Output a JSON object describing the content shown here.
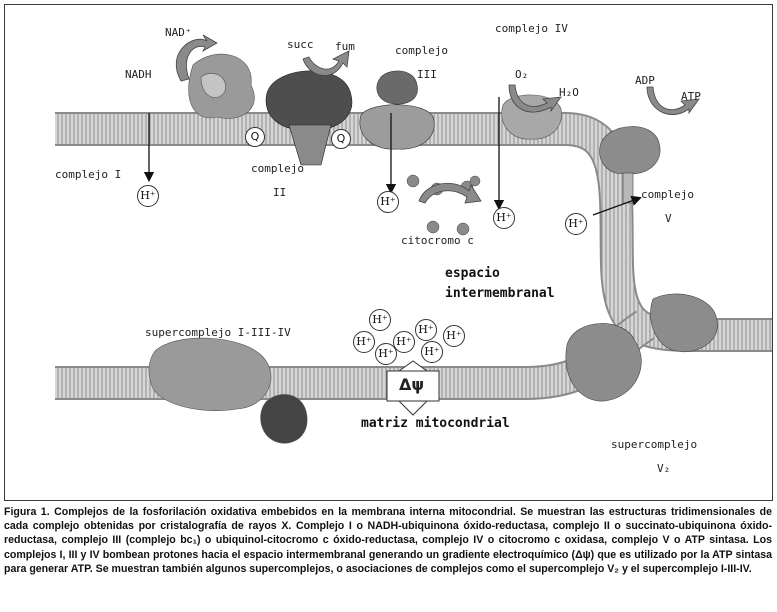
{
  "labels": {
    "nadplus": "NAD⁺",
    "nadh": "NADH",
    "succ": "succ",
    "fum": "fum",
    "complejo_iii_top": "complejo",
    "complejo_iii_num": "III",
    "complejo_iv": "complejo IV",
    "o2": "O₂",
    "h2o": "H₂O",
    "adp": "ADP",
    "atp": "ATP",
    "complejo_i": "complejo I",
    "complejo_ii_top": "complejo",
    "complejo_ii_num": "II",
    "complejo_v_top": "complejo",
    "complejo_v_num": "V",
    "q": "Q",
    "citocromo_c": "citocromo c",
    "espacio": "espacio",
    "intermembranal": "intermembranal",
    "supercomplejo_i_iii_iv": "supercomplejo I-III-IV",
    "delta_psi": "Δψ",
    "matriz": "matriz mitocondrial",
    "supercomplejo_v2_top": "supercomplejo",
    "supercomplejo_v2_num": "V₂",
    "hplus": "H⁺"
  },
  "caption": "Figura 1. Complejos de la fosforilación oxidativa embebidos en la membrana interna mitocondrial. Se muestran las estructuras tridimensionales de cada complejo obtenidas por cristalografía de rayos X. Complejo I o NADH-ubiquinona óxido-reductasa, complejo II o succinato-ubiquinona óxido-reductasa, complejo III (complejo bc₁) o ubiquinol-citocromo c óxido-reductasa, complejo IV o citocromo c oxidasa, complejo V o ATP sintasa. Los complejos I, III y IV bombean protones hacia el espacio intermembranal generando un gradiente electroquímico (Δψ) que es utilizado por la ATP sintasa para generar ATP. Se muestran también algunos supercomplejos, o asociaciones de complejos como el supercomplejo V₂ y el supercomplejo I-III-IV."
}
